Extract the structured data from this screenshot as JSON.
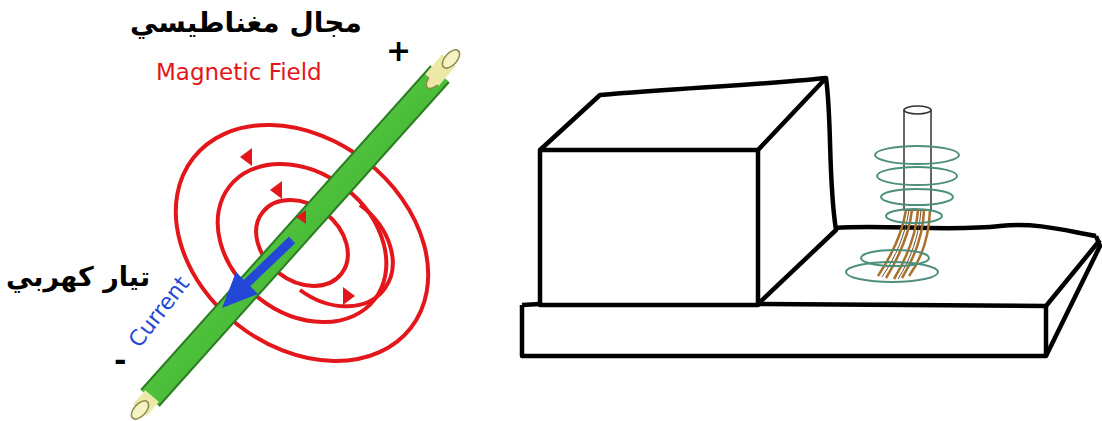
{
  "diagram": {
    "labels": [
      "مجال مغناطيسي",
      "Magnetic Field",
      "+",
      "تيار كهربي",
      "Current",
      "-"
    ]
  }
}
